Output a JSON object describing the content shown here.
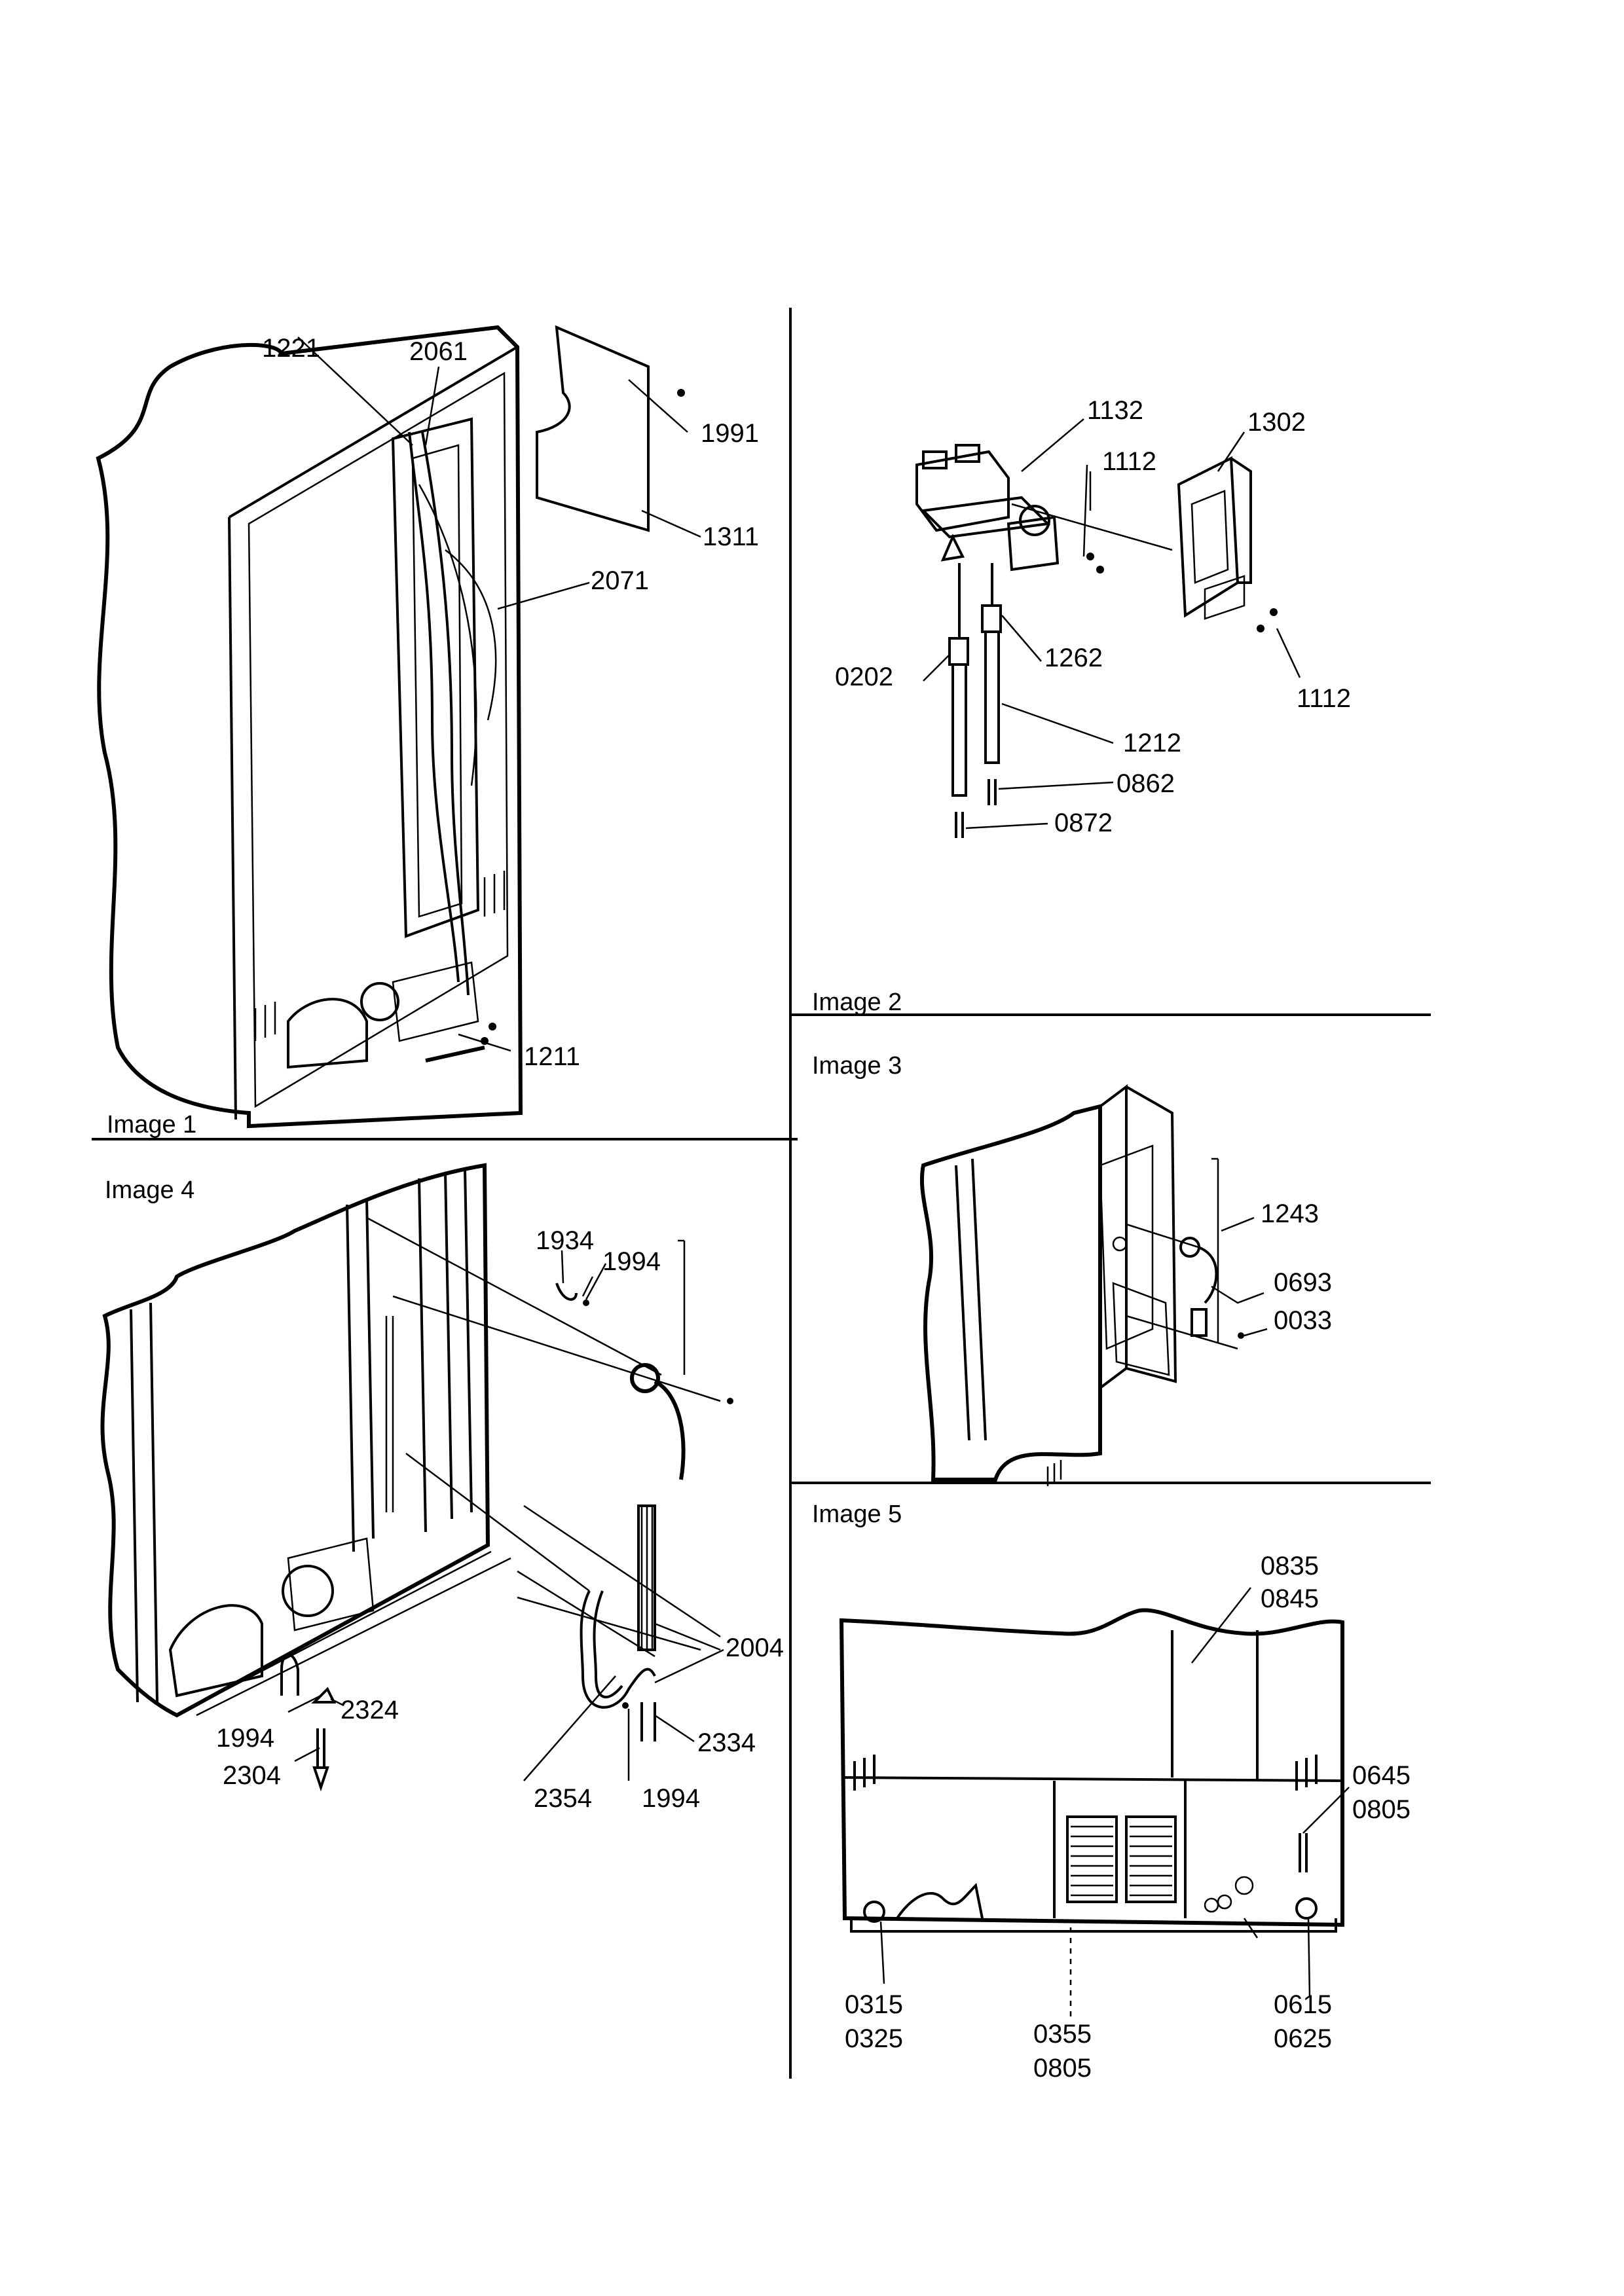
{
  "panels": [
    {
      "id": "image1",
      "caption": "Image 1",
      "labels": [
        "1221",
        "2061",
        "1991",
        "1311",
        "2071",
        "1211"
      ]
    },
    {
      "id": "image2",
      "caption": "Image 2",
      "labels": [
        "1132",
        "1302",
        "1112",
        "1262",
        "0202",
        "1112",
        "1212",
        "0862",
        "0872"
      ]
    },
    {
      "id": "image3",
      "caption": "Image 3",
      "labels": [
        "1243",
        "0693",
        "0033"
      ]
    },
    {
      "id": "image4",
      "caption": "Image 4",
      "labels": [
        "1934",
        "1994",
        "2004",
        "1994",
        "2324",
        "2304",
        "2334",
        "2354",
        "1994"
      ]
    },
    {
      "id": "image5",
      "caption": "Image 5",
      "labels": [
        "0835",
        "0845",
        "0645",
        "0805",
        "0315",
        "0325",
        "0355",
        "0805",
        "0615",
        "0625"
      ]
    }
  ]
}
